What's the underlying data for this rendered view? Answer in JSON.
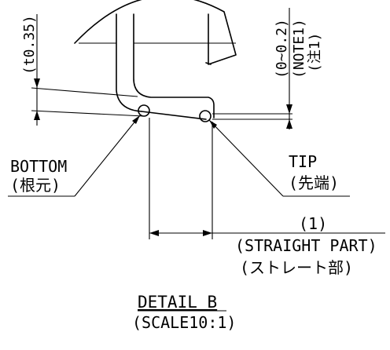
{
  "detail": {
    "title": "DETAIL B",
    "scale": "(SCALE10:1)"
  },
  "labels": {
    "thickness": "(t0.35)",
    "note_range": "(0~0.2)",
    "note_en": "(NOTE1)",
    "note_jp": "(注1)",
    "bottom_en": "BOTTOM",
    "bottom_jp": "(根元)",
    "tip_en": "TIP",
    "tip_jp": "(先端)",
    "straight_dim": "(1)",
    "straight_en": "(STRAIGHT PART)",
    "straight_jp": "(ストレート部)"
  }
}
